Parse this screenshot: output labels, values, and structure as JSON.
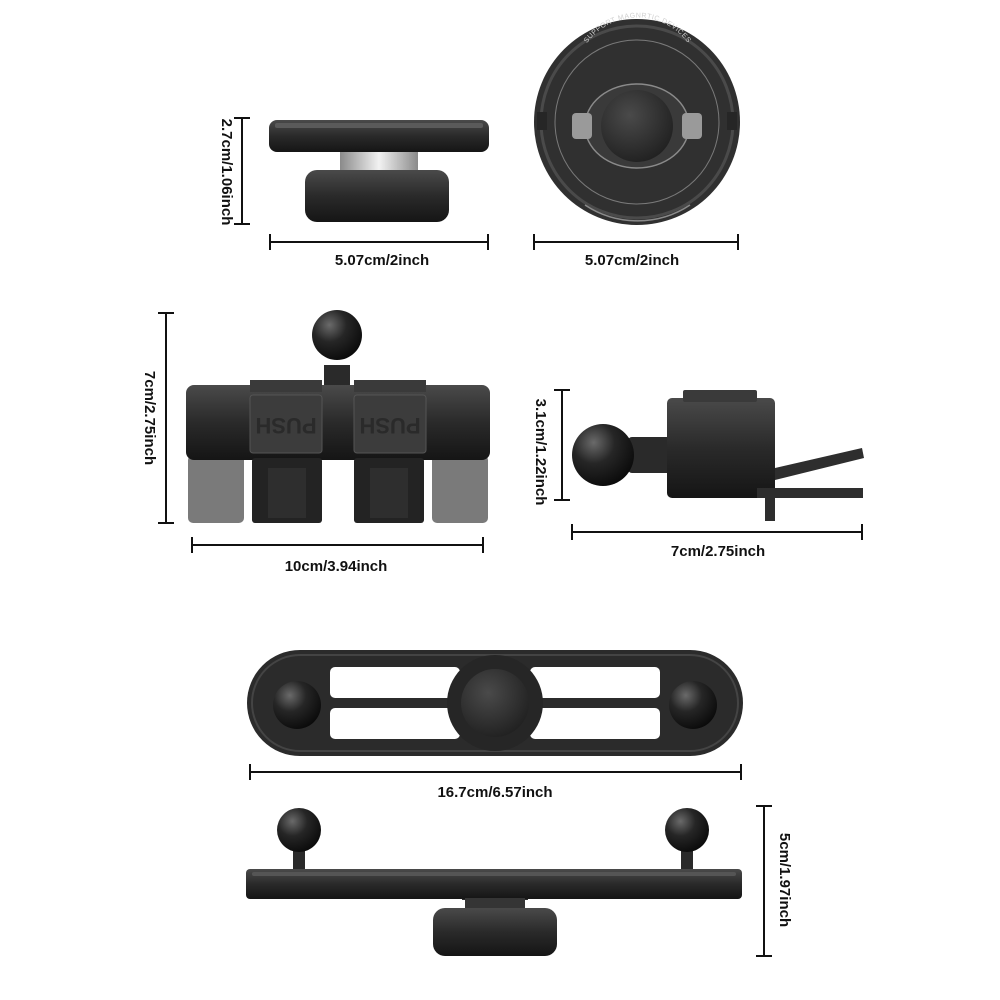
{
  "dimensions": {
    "magnet_side_height": "2.7cm/1.06inch",
    "magnet_side_width": "5.07cm/2inch",
    "magnet_top_width": "5.07cm/2inch",
    "clip_front_height": "7cm/2.75inch",
    "clip_front_width": "10cm/3.94inch",
    "clip_side_height": "3.1cm/1.22inch",
    "clip_side_width": "7cm/2.75inch",
    "bar_top_width": "16.7cm/6.57inch",
    "bar_side_height": "5cm/1.97inch"
  },
  "labels": {
    "ring_text": "SUPPORT MAGNRTIC DEVICES",
    "push_text": "PUSH"
  },
  "colors": {
    "body": "#2b2b2b",
    "dark": "#1c1c1c",
    "mid": "#3d3d3d",
    "light": "#5a5a5a",
    "line": "#111111"
  }
}
